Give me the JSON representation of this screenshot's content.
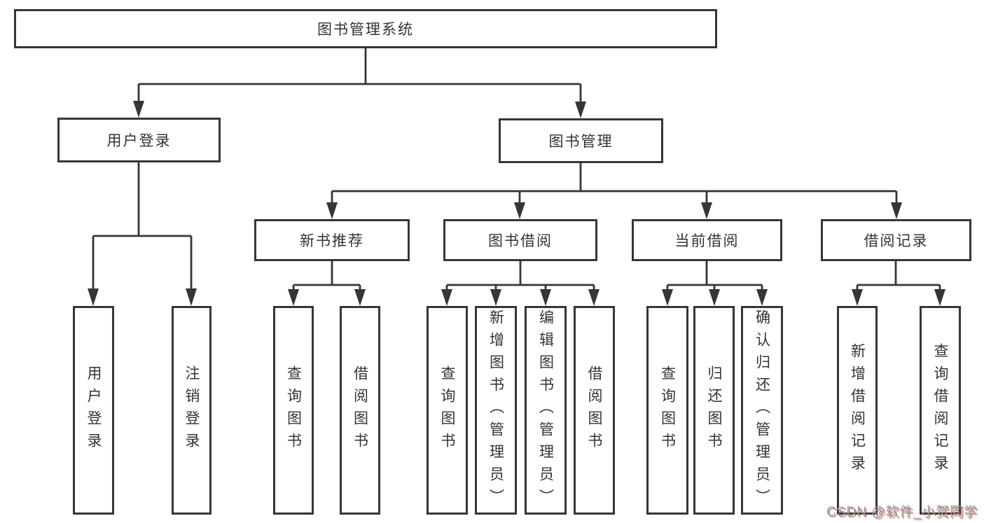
{
  "title": "图书管理系统",
  "tree": {
    "label": "图书管理系统",
    "children": [
      {
        "label": "用户登录",
        "children": [
          {
            "label": "用户登录"
          },
          {
            "label": "注销登录"
          }
        ]
      },
      {
        "label": "图书管理",
        "children": [
          {
            "label": "新书推荐",
            "children": [
              {
                "label": "查询图书"
              },
              {
                "label": "借阅图书"
              }
            ]
          },
          {
            "label": "图书借阅",
            "children": [
              {
                "label": "查询图书"
              },
              {
                "label": "新增图书（管理员）"
              },
              {
                "label": "编辑图书（管理员）"
              },
              {
                "label": "借阅图书"
              }
            ]
          },
          {
            "label": "当前借阅",
            "children": [
              {
                "label": "查询图书"
              },
              {
                "label": "归还图书"
              },
              {
                "label": "确认归还（管理员）"
              }
            ]
          },
          {
            "label": "借阅记录",
            "children": [
              {
                "label": "新增借阅记录"
              },
              {
                "label": "查询借阅记录"
              }
            ]
          }
        ]
      }
    ]
  },
  "watermark": "CSDN @软件_小贺同学",
  "colors": {
    "line": "#363636",
    "box_border": "#363636",
    "text": "#333333",
    "background": "#ffffff",
    "watermark_gray": "#9b9b9b",
    "watermark_red": "#b93c3c"
  }
}
